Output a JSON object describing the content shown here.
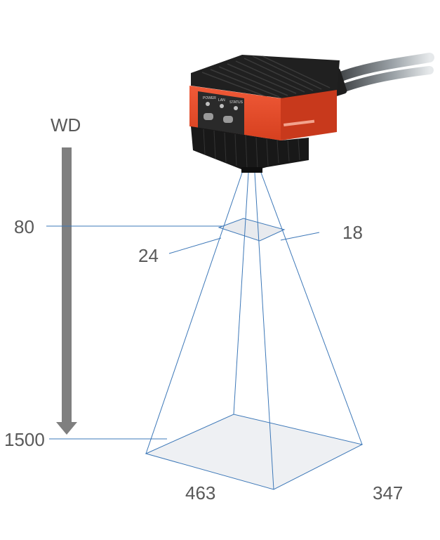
{
  "axis_label": "WD",
  "near_distance": "80",
  "far_distance": "1500",
  "near_width": "24",
  "near_height": "18",
  "far_width": "463",
  "far_height": "347",
  "device": {
    "indicators": [
      "POWER",
      "LAN",
      "STATUS"
    ]
  },
  "colors": {
    "line": "#3d78b8",
    "arrow": "#7f7f7f",
    "text": "#595959",
    "housing": "#e94b2b",
    "heatsink": "#1c1c1c",
    "plane_fill": "#eef0f3"
  }
}
